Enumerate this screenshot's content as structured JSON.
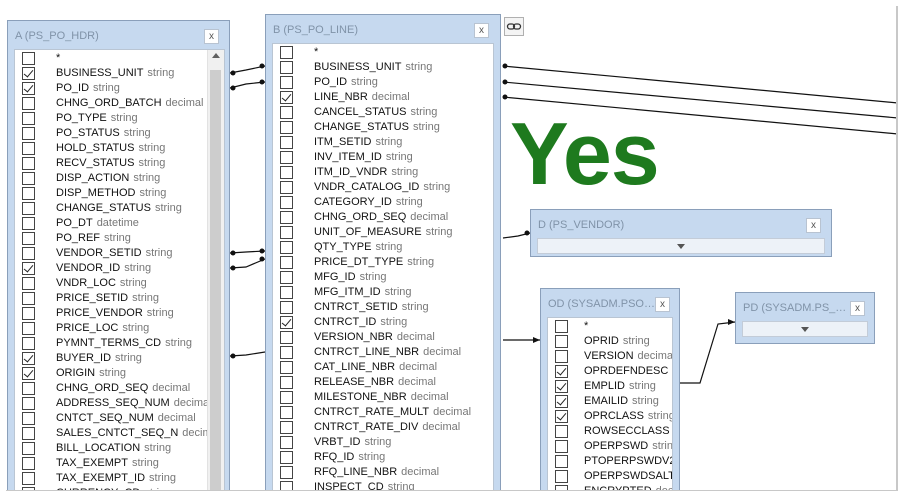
{
  "tables": {
    "a": {
      "title": "A (PS_PO_HDR)",
      "rows": [
        {
          "name": "*",
          "type": "",
          "checked": false
        },
        {
          "name": "BUSINESS_UNIT",
          "type": "string",
          "checked": true
        },
        {
          "name": "PO_ID",
          "type": "string",
          "checked": true
        },
        {
          "name": "CHNG_ORD_BATCH",
          "type": "decimal",
          "checked": false
        },
        {
          "name": "PO_TYPE",
          "type": "string",
          "checked": false
        },
        {
          "name": "PO_STATUS",
          "type": "string",
          "checked": false
        },
        {
          "name": "HOLD_STATUS",
          "type": "string",
          "checked": false
        },
        {
          "name": "RECV_STATUS",
          "type": "string",
          "checked": false
        },
        {
          "name": "DISP_ACTION",
          "type": "string",
          "checked": false
        },
        {
          "name": "DISP_METHOD",
          "type": "string",
          "checked": false
        },
        {
          "name": "CHANGE_STATUS",
          "type": "string",
          "checked": false
        },
        {
          "name": "PO_DT",
          "type": "datetime",
          "checked": false
        },
        {
          "name": "PO_REF",
          "type": "string",
          "checked": false
        },
        {
          "name": "VENDOR_SETID",
          "type": "string",
          "checked": false
        },
        {
          "name": "VENDOR_ID",
          "type": "string",
          "checked": true
        },
        {
          "name": "VNDR_LOC",
          "type": "string",
          "checked": false
        },
        {
          "name": "PRICE_SETID",
          "type": "string",
          "checked": false
        },
        {
          "name": "PRICE_VENDOR",
          "type": "string",
          "checked": false
        },
        {
          "name": "PRICE_LOC",
          "type": "string",
          "checked": false
        },
        {
          "name": "PYMNT_TERMS_CD",
          "type": "string",
          "checked": false
        },
        {
          "name": "BUYER_ID",
          "type": "string",
          "checked": true
        },
        {
          "name": "ORIGIN",
          "type": "string",
          "checked": true
        },
        {
          "name": "CHNG_ORD_SEQ",
          "type": "decimal",
          "checked": false
        },
        {
          "name": "ADDRESS_SEQ_NUM",
          "type": "decimal",
          "checked": false
        },
        {
          "name": "CNTCT_SEQ_NUM",
          "type": "decimal",
          "checked": false
        },
        {
          "name": "SALES_CNTCT_SEQ_N",
          "type": "decimal",
          "checked": false
        },
        {
          "name": "BILL_LOCATION",
          "type": "string",
          "checked": false
        },
        {
          "name": "TAX_EXEMPT",
          "type": "string",
          "checked": false
        },
        {
          "name": "TAX_EXEMPT_ID",
          "type": "string",
          "checked": false
        },
        {
          "name": "CURRENCY_CD",
          "type": "string",
          "checked": false
        }
      ]
    },
    "b": {
      "title": "B (PS_PO_LINE)",
      "rows": [
        {
          "name": "*",
          "type": "",
          "checked": false
        },
        {
          "name": "BUSINESS_UNIT",
          "type": "string",
          "checked": false
        },
        {
          "name": "PO_ID",
          "type": "string",
          "checked": false
        },
        {
          "name": "LINE_NBR",
          "type": "decimal",
          "checked": true
        },
        {
          "name": "CANCEL_STATUS",
          "type": "string",
          "checked": false
        },
        {
          "name": "CHANGE_STATUS",
          "type": "string",
          "checked": false
        },
        {
          "name": "ITM_SETID",
          "type": "string",
          "checked": false
        },
        {
          "name": "INV_ITEM_ID",
          "type": "string",
          "checked": false
        },
        {
          "name": "ITM_ID_VNDR",
          "type": "string",
          "checked": false
        },
        {
          "name": "VNDR_CATALOG_ID",
          "type": "string",
          "checked": false
        },
        {
          "name": "CATEGORY_ID",
          "type": "string",
          "checked": false
        },
        {
          "name": "CHNG_ORD_SEQ",
          "type": "decimal",
          "checked": false
        },
        {
          "name": "UNIT_OF_MEASURE",
          "type": "string",
          "checked": false
        },
        {
          "name": "QTY_TYPE",
          "type": "string",
          "checked": false
        },
        {
          "name": "PRICE_DT_TYPE",
          "type": "string",
          "checked": false
        },
        {
          "name": "MFG_ID",
          "type": "string",
          "checked": false
        },
        {
          "name": "MFG_ITM_ID",
          "type": "string",
          "checked": false
        },
        {
          "name": "CNTRCT_SETID",
          "type": "string",
          "checked": false
        },
        {
          "name": "CNTRCT_ID",
          "type": "string",
          "checked": true
        },
        {
          "name": "VERSION_NBR",
          "type": "decimal",
          "checked": false
        },
        {
          "name": "CNTRCT_LINE_NBR",
          "type": "decimal",
          "checked": false
        },
        {
          "name": "CAT_LINE_NBR",
          "type": "decimal",
          "checked": false
        },
        {
          "name": "RELEASE_NBR",
          "type": "decimal",
          "checked": false
        },
        {
          "name": "MILESTONE_NBR",
          "type": "decimal",
          "checked": false
        },
        {
          "name": "CNTRCT_RATE_MULT",
          "type": "decimal",
          "checked": false
        },
        {
          "name": "CNTRCT_RATE_DIV",
          "type": "decimal",
          "checked": false
        },
        {
          "name": "VRBT_ID",
          "type": "string",
          "checked": false
        },
        {
          "name": "RFQ_ID",
          "type": "string",
          "checked": false
        },
        {
          "name": "RFQ_LINE_NBR",
          "type": "decimal",
          "checked": false
        },
        {
          "name": "INSPECT_CD",
          "type": "string",
          "checked": false
        }
      ]
    },
    "d": {
      "title": "D (PS_VENDOR)"
    },
    "od": {
      "title": "OD (SYSADM.PSO…",
      "rows": [
        {
          "name": "*",
          "type": "",
          "checked": false
        },
        {
          "name": "OPRID",
          "type": "string",
          "checked": false
        },
        {
          "name": "VERSION",
          "type": "decimal",
          "checked": false
        },
        {
          "name": "OPRDEFNDESC",
          "type": "s",
          "checked": true
        },
        {
          "name": "EMPLID",
          "type": "string",
          "checked": true
        },
        {
          "name": "EMAILID",
          "type": "string",
          "checked": true
        },
        {
          "name": "OPRCLASS",
          "type": "string",
          "checked": true
        },
        {
          "name": "ROWSECCLASS",
          "type": "s",
          "checked": false
        },
        {
          "name": "OPERPSWD",
          "type": "string",
          "checked": false
        },
        {
          "name": "PTOPERPSWDV2",
          "type": "",
          "checked": false
        },
        {
          "name": "OPERPSWDSALT",
          "type": "",
          "checked": false
        },
        {
          "name": "ENCRYPTED",
          "type": "dec",
          "checked": false
        }
      ]
    },
    "pd": {
      "title": "PD (SYSADM.PS_…"
    }
  },
  "overlay": {
    "text": "Yes",
    "color": "#1e7a1e"
  },
  "icons": {
    "close": "close-icon",
    "link": "link-icon",
    "scroll_up": "scroll-up-arrow-icon",
    "collapse": "chevron-down-icon"
  },
  "close_glyph": "x"
}
